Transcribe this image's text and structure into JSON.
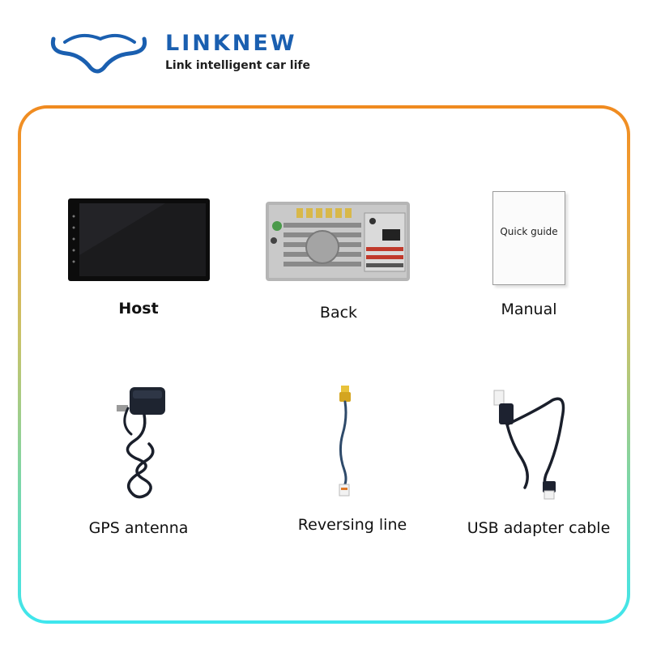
{
  "brand": {
    "name": "LINKNEW",
    "tagline": "Link intelligent car life",
    "color": "#1a5fb0"
  },
  "frame": {
    "gradient_top": "#f08a1f",
    "gradient_bottom": "#3ee6ee"
  },
  "items": [
    {
      "label": "Host",
      "icon": "car-stereo-host"
    },
    {
      "label": "Back",
      "icon": "stereo-back-panel"
    },
    {
      "label": "Manual",
      "icon": "quick-guide-booklet",
      "booklet_text": "Quick guide"
    },
    {
      "label": "GPS antenna",
      "icon": "gps-antenna"
    },
    {
      "label": "Reversing line",
      "icon": "reversing-cable"
    },
    {
      "label": "USB adapter cable",
      "icon": "usb-adapter-cable"
    }
  ]
}
